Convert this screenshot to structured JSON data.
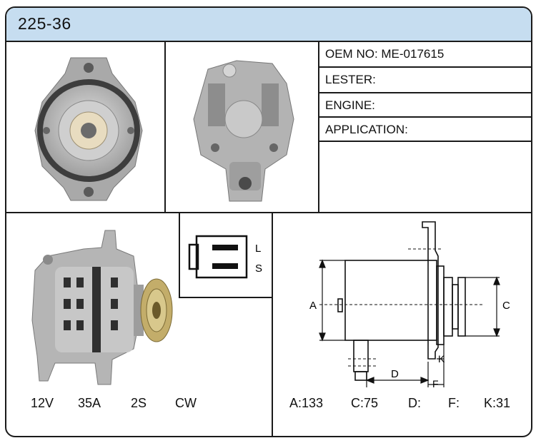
{
  "header": {
    "title": "225-36"
  },
  "info": {
    "oem": "OEM NO: ME-017615",
    "lester": "LESTER:",
    "engine": "ENGINE:",
    "application": "APPLICATION:"
  },
  "connector": {
    "pin_top": "L",
    "pin_bottom": "S"
  },
  "specs": {
    "voltage": "12V",
    "current": "35A",
    "pulley": "2S",
    "rotation": "CW"
  },
  "diagram": {
    "label_a": "A",
    "label_c": "C",
    "label_d": "D",
    "label_f": "F",
    "label_k": "K"
  },
  "dimensions": {
    "a": "A:133",
    "c": "C:75",
    "d": "D:",
    "f": "F:",
    "k": "K:31"
  }
}
